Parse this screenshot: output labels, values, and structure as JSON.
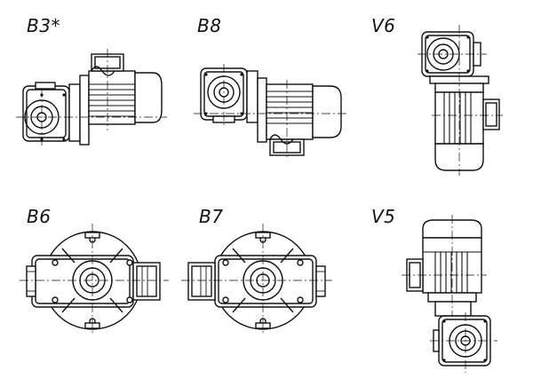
{
  "positions": [
    {
      "id": "b3",
      "label": "B3*"
    },
    {
      "id": "b8",
      "label": "B8"
    },
    {
      "id": "v6",
      "label": "V6"
    },
    {
      "id": "b6",
      "label": "B6"
    },
    {
      "id": "b7",
      "label": "B7"
    },
    {
      "id": "v5",
      "label": "V5"
    }
  ]
}
